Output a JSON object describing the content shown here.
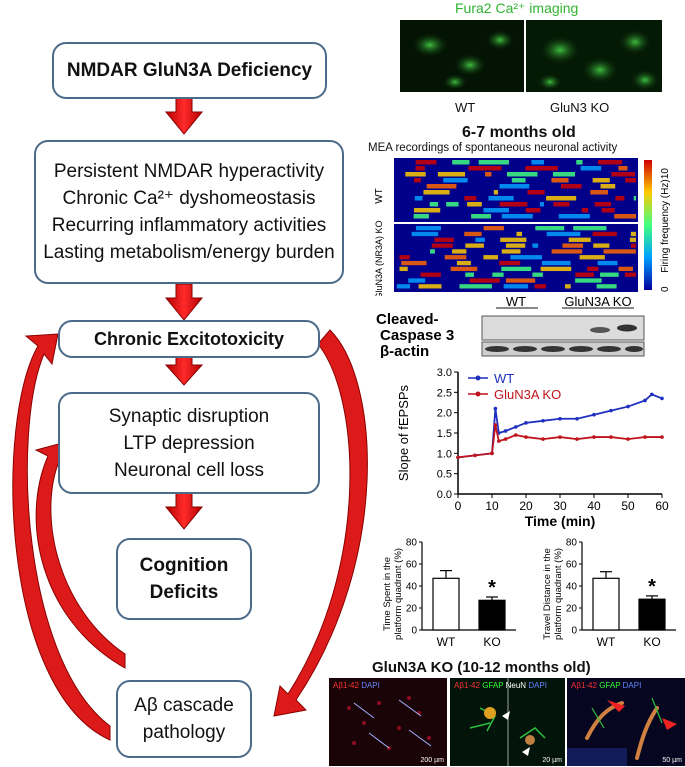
{
  "flowchart": {
    "box1": "NMDAR GluN3A Deficiency",
    "box2_lines": [
      "Persistent NMDAR hyperactivity",
      "Chronic Ca²⁺ dyshomeostasis",
      "Recurring  inflammatory activities",
      "Lasting metabolism/energy burden"
    ],
    "box3": "Chronic Excitotoxicity",
    "box4_lines": [
      "Synaptic disruption",
      "LTP depression",
      "Neuronal cell loss"
    ],
    "box5_lines": [
      "Cognition",
      "Deficits"
    ],
    "box6_lines": [
      "Aβ cascade",
      "pathology"
    ]
  },
  "calcium_imaging": {
    "title": "Fura2 Ca²⁺ imaging",
    "labels": [
      "WT",
      "GluN3 KO"
    ]
  },
  "mea": {
    "title": "6-7 months old",
    "subtitle": "MEA recordings of spontaneous neuronal activity",
    "row_labels": [
      "WT",
      "GluN3A (NR3A) KO"
    ],
    "colorbar_label": "Firing frequency (Hz)",
    "colorbar_min": "0",
    "colorbar_max": "10"
  },
  "western": {
    "group_labels": [
      "WT",
      "GluN3A KO"
    ],
    "row_labels": [
      "Cleaved-Caspase 3",
      "β-actin"
    ]
  },
  "colors": {
    "wt": "#1f2fbf",
    "ko": "#c0141c",
    "arrow": "#dd1a1a",
    "box_border": "#4a6b8a"
  },
  "chart_data": [
    {
      "type": "line",
      "xlabel": "Time (min)",
      "ylabel": "Slope of fEPSPs",
      "xlim": [
        0,
        60
      ],
      "ylim": [
        0,
        3.0
      ],
      "xticks": [
        "0",
        "10",
        "20",
        "30",
        "40",
        "50",
        "60"
      ],
      "yticks": [
        "0.0",
        "0.5",
        "1.0",
        "1.5",
        "2.0",
        "2.5",
        "3.0"
      ],
      "legend": "top-left",
      "series": [
        {
          "name": "WT",
          "x": [
            0,
            5,
            10,
            11,
            12,
            14,
            17,
            20,
            25,
            30,
            35,
            40,
            45,
            50,
            55,
            57,
            60
          ],
          "y": [
            0.9,
            0.95,
            1.0,
            2.1,
            1.5,
            1.55,
            1.65,
            1.75,
            1.8,
            1.85,
            1.85,
            1.95,
            2.05,
            2.15,
            2.3,
            2.45,
            2.35
          ]
        },
        {
          "name": "GluN3A KO",
          "x": [
            0,
            5,
            10,
            11,
            12,
            14,
            17,
            20,
            25,
            30,
            35,
            40,
            45,
            50,
            55,
            60
          ],
          "y": [
            0.9,
            0.95,
            1.0,
            1.7,
            1.3,
            1.35,
            1.45,
            1.4,
            1.35,
            1.4,
            1.35,
            1.4,
            1.4,
            1.35,
            1.4,
            1.4
          ]
        }
      ]
    },
    {
      "type": "bar",
      "ylabel": "Time Spent in the platform quadrant (%)",
      "categories": [
        "WT",
        "KO"
      ],
      "values": [
        47,
        27
      ],
      "errors": [
        7,
        3
      ],
      "ylim": [
        0,
        80
      ],
      "yticks": [
        "0",
        "20",
        "40",
        "60",
        "80"
      ],
      "significance": "*"
    },
    {
      "type": "bar",
      "ylabel": "Travel Distance in the platform quadrant (%)",
      "categories": [
        "WT",
        "KO"
      ],
      "values": [
        47,
        28
      ],
      "errors": [
        6,
        3
      ],
      "ylim": [
        0,
        80
      ],
      "yticks": [
        "0",
        "20",
        "40",
        "60",
        "80"
      ],
      "significance": "*"
    }
  ],
  "histology": {
    "title": "GluN3A KO (10-12 months old)",
    "panels": [
      {
        "labels": [
          {
            "text": "Aβ1-42",
            "color": "#ff3333"
          },
          {
            "text": "DAPI",
            "color": "#6688ff"
          }
        ],
        "scale": "200 µm"
      },
      {
        "labels": [
          {
            "text": "Aβ1-42",
            "color": "#ff3333"
          },
          {
            "text": "GFAP",
            "color": "#33ff33"
          },
          {
            "text": "NeuN",
            "color": "#ffffff"
          },
          {
            "text": "DAPI",
            "color": "#6688ff"
          }
        ],
        "scale": "20 µm"
      },
      {
        "labels": [
          {
            "text": "Aβ1-42",
            "color": "#ff3333"
          },
          {
            "text": "GFAP",
            "color": "#33ff33"
          },
          {
            "text": "DAPI",
            "color": "#6688ff"
          }
        ],
        "scale": "50 µm"
      }
    ]
  }
}
